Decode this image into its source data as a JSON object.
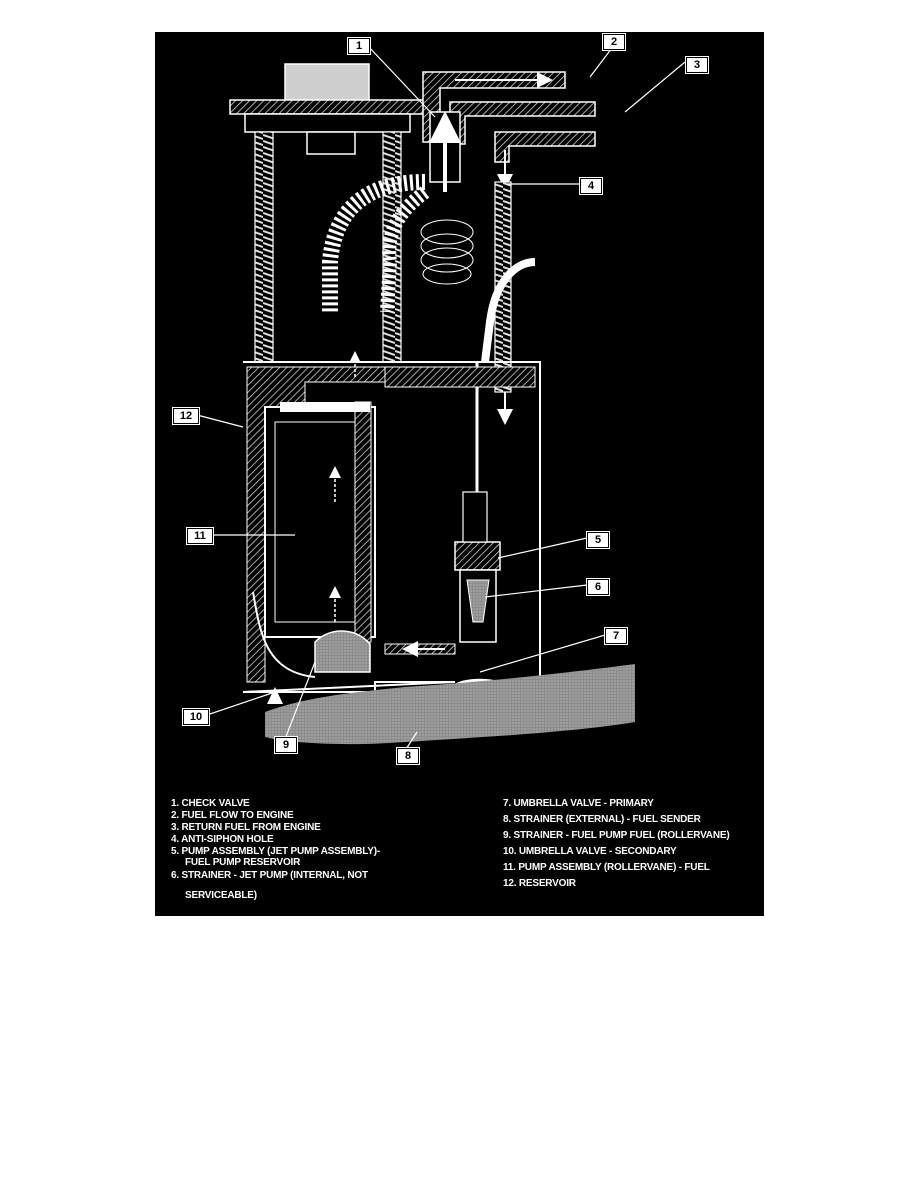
{
  "callouts": [
    "1",
    "2",
    "3",
    "4",
    "5",
    "6",
    "7",
    "8",
    "9",
    "10",
    "11",
    "12"
  ],
  "legend_left": [
    "1. CHECK VALVE",
    "2. FUEL FLOW TO ENGINE",
    "3. RETURN FUEL FROM ENGINE",
    "4. ANTI-SIPHON HOLE",
    "5. PUMP ASSEMBLY (JET PUMP ASSEMBLY)-",
    "FUEL PUMP RESERVOIR",
    "6. STRAINER - JET PUMP (INTERNAL, NOT",
    "SERVICEABLE)"
  ],
  "legend_right": [
    "7. UMBRELLA VALVE - PRIMARY",
    "8. STRAINER (EXTERNAL) - FUEL SENDER",
    "9. STRAINER - FUEL PUMP FUEL (ROLLERVANE)",
    "10. UMBRELLA VALVE - SECONDARY",
    "11. PUMP ASSEMBLY (ROLLERVANE) - FUEL",
    "12. RESERVOIR"
  ],
  "colors": {
    "panel": "#000000",
    "line": "#ffffff",
    "fuel": "#9a9a9a",
    "hatch": "#c8c8c8"
  }
}
